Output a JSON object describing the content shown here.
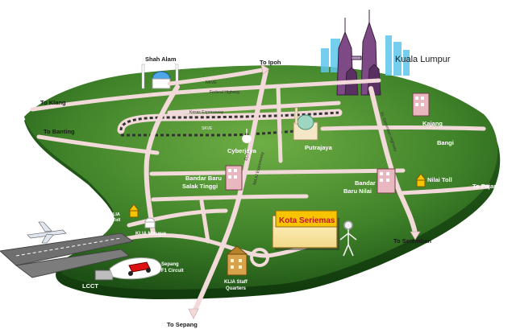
{
  "map": {
    "title": "Kota Seriemas",
    "places": {
      "shah_alam": "Shah Alam",
      "kuala_lumpur": "Kuala Lumpur",
      "kajang": "Kajang",
      "bangi": "Bangi",
      "putrajaya": "Putrajaya",
      "cyberjaya": "Cyberjaya",
      "bandar_baru_salak_tinggi_1": "Bandar Baru",
      "bandar_baru_salak_tinggi_2": "Salak Tinggi",
      "bandar_baru_nilai_1": "Bandar",
      "bandar_baru_nilai_2": "Baru Nilai",
      "nilai_toll": "Nilai Toll",
      "klia": "KLIA",
      "klia_toll_1": "KLIA",
      "klia_toll_2": "Toll",
      "klia_mosque": "KLIA Mosque",
      "sepang_circuit_1": "Sepang",
      "sepang_circuit_2": "F1 Circuit",
      "klia_staff_1": "KLIA Staff",
      "klia_staff_2": "Quarters",
      "lcct": "LCCT"
    },
    "destinations": {
      "to_ipoh": "To Ipoh",
      "to_klang": "To Klang",
      "to_banting": "To Banting",
      "to_pajam": "To Pajam",
      "to_seremban": "To Seremban",
      "to_sepang": "To Sepang"
    },
    "highways": {
      "nkve": "NKVE",
      "federal": "Federal Highway",
      "kesas": "Kesas Expressway",
      "skve": "SKVE",
      "elite": "ELITE",
      "maju": "MAJU Expressway",
      "kl_seremban": "KL-Seremban Highway"
    },
    "colors": {
      "land_light": "#5e9e3a",
      "land_dark": "#1f5a18",
      "road": "#f3dada",
      "accent": "#f6c400",
      "building": "#7e4a86"
    }
  }
}
